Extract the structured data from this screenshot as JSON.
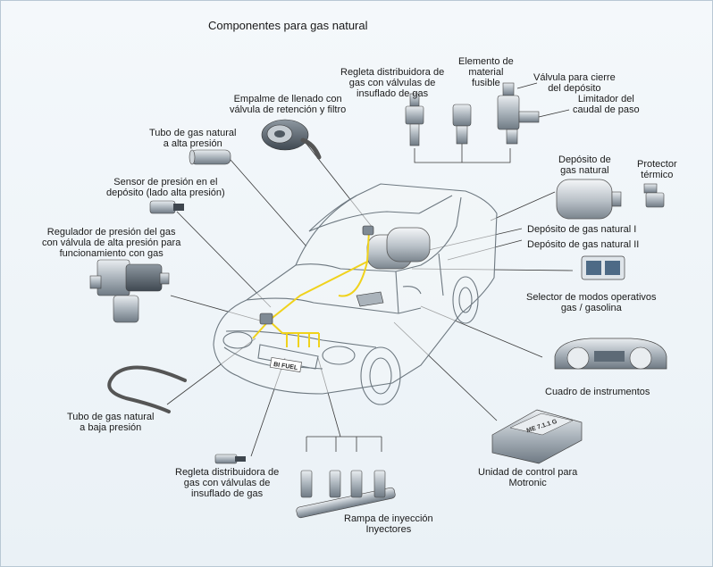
{
  "title": "Componentes para gas natural",
  "labels": {
    "regleta_top": [
      "Regleta distribuidora de",
      "gas con válvulas de",
      "insuflado de gas"
    ],
    "elemento_fusible": [
      "Elemento de",
      "material",
      "fusible"
    ],
    "valvula_cierre": [
      "Válvula para cierre",
      "del depósito"
    ],
    "limitador": [
      "Limitador del",
      "caudal de paso"
    ],
    "empalme": [
      "Empalme de llenado con",
      "válvula de retención y filtro"
    ],
    "tubo_alta": [
      "Tubo de gas natural",
      "a alta presión"
    ],
    "sensor": [
      "Sensor de presión en el",
      "depósito (lado alta presión)"
    ],
    "regulador": [
      "Regulador de presión del gas",
      "con válvula de alta presión para",
      "funcionamiento con gas"
    ],
    "deposito": [
      "Depósito de",
      "gas natural"
    ],
    "protector": [
      "Protector",
      "térmico"
    ],
    "deposito_1": "Depósito de gas natural I",
    "deposito_2": "Depósito de gas natural II",
    "selector": [
      "Selector de modos operativos",
      "gas / gasolina"
    ],
    "cuadro": "Cuadro de instrumentos",
    "tubo_baja": [
      "Tubo de gas natural",
      "a baja presión"
    ],
    "unidad": [
      "Unidad de control para",
      "Motronic"
    ],
    "regleta_bottom": [
      "Regleta distribuidora de",
      "gas con válvulas de",
      "insuflado de gas"
    ],
    "rampa": [
      "Rampa de inyección",
      "Inyectores"
    ]
  },
  "badges": {
    "car": "BI FUEL",
    "ecu": "ME 7.1.1 G"
  },
  "colors": {
    "background": "#eef4f8",
    "gas_line": "#f0d21c",
    "leader": "#333333",
    "component": "#9aa4ad"
  }
}
